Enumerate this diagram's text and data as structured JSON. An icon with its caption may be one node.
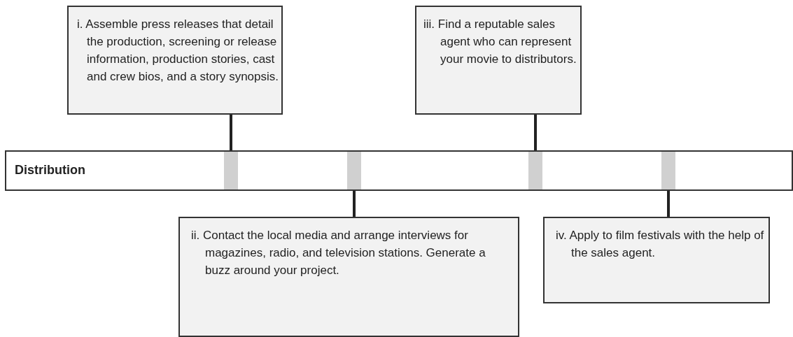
{
  "diagram": {
    "nodes": [
      {
        "text": [
          "i. Assemble press releases that detail the production, screening or release information, production stories, cast and crew bios, and a story synopsis."
        ]
      },
      {
        "text": [
          "iii. Find a reputable sales agent who can represent your movie to distributors."
        ]
      },
      {
        "text": [
          "Distribution"
        ]
      },
      {
        "text": [],
        "shape": "bar",
        "in": 2
      },
      {
        "text": [],
        "shape": "bar",
        "in": 2
      },
      {
        "text": [],
        "shape": "bar",
        "in": 2
      },
      {
        "text": [],
        "shape": "bar",
        "in": 2
      },
      {
        "text": [
          "ii. Contact the local media and arrange interviews for magazines, radio, and television stations. Generate a buzz around your project."
        ]
      },
      {
        "text": [
          "iv. Apply to film festivals with the help of the sales agent."
        ]
      }
    ],
    "edges": [
      {
        "from": 0,
        "to": 3,
        "arrow": "none"
      },
      {
        "from": 1,
        "to": 5,
        "arrow": "none"
      },
      {
        "from": 4,
        "to": 7,
        "arrow": "none"
      },
      {
        "from": 6,
        "to": 8,
        "arrow": "none"
      }
    ]
  }
}
